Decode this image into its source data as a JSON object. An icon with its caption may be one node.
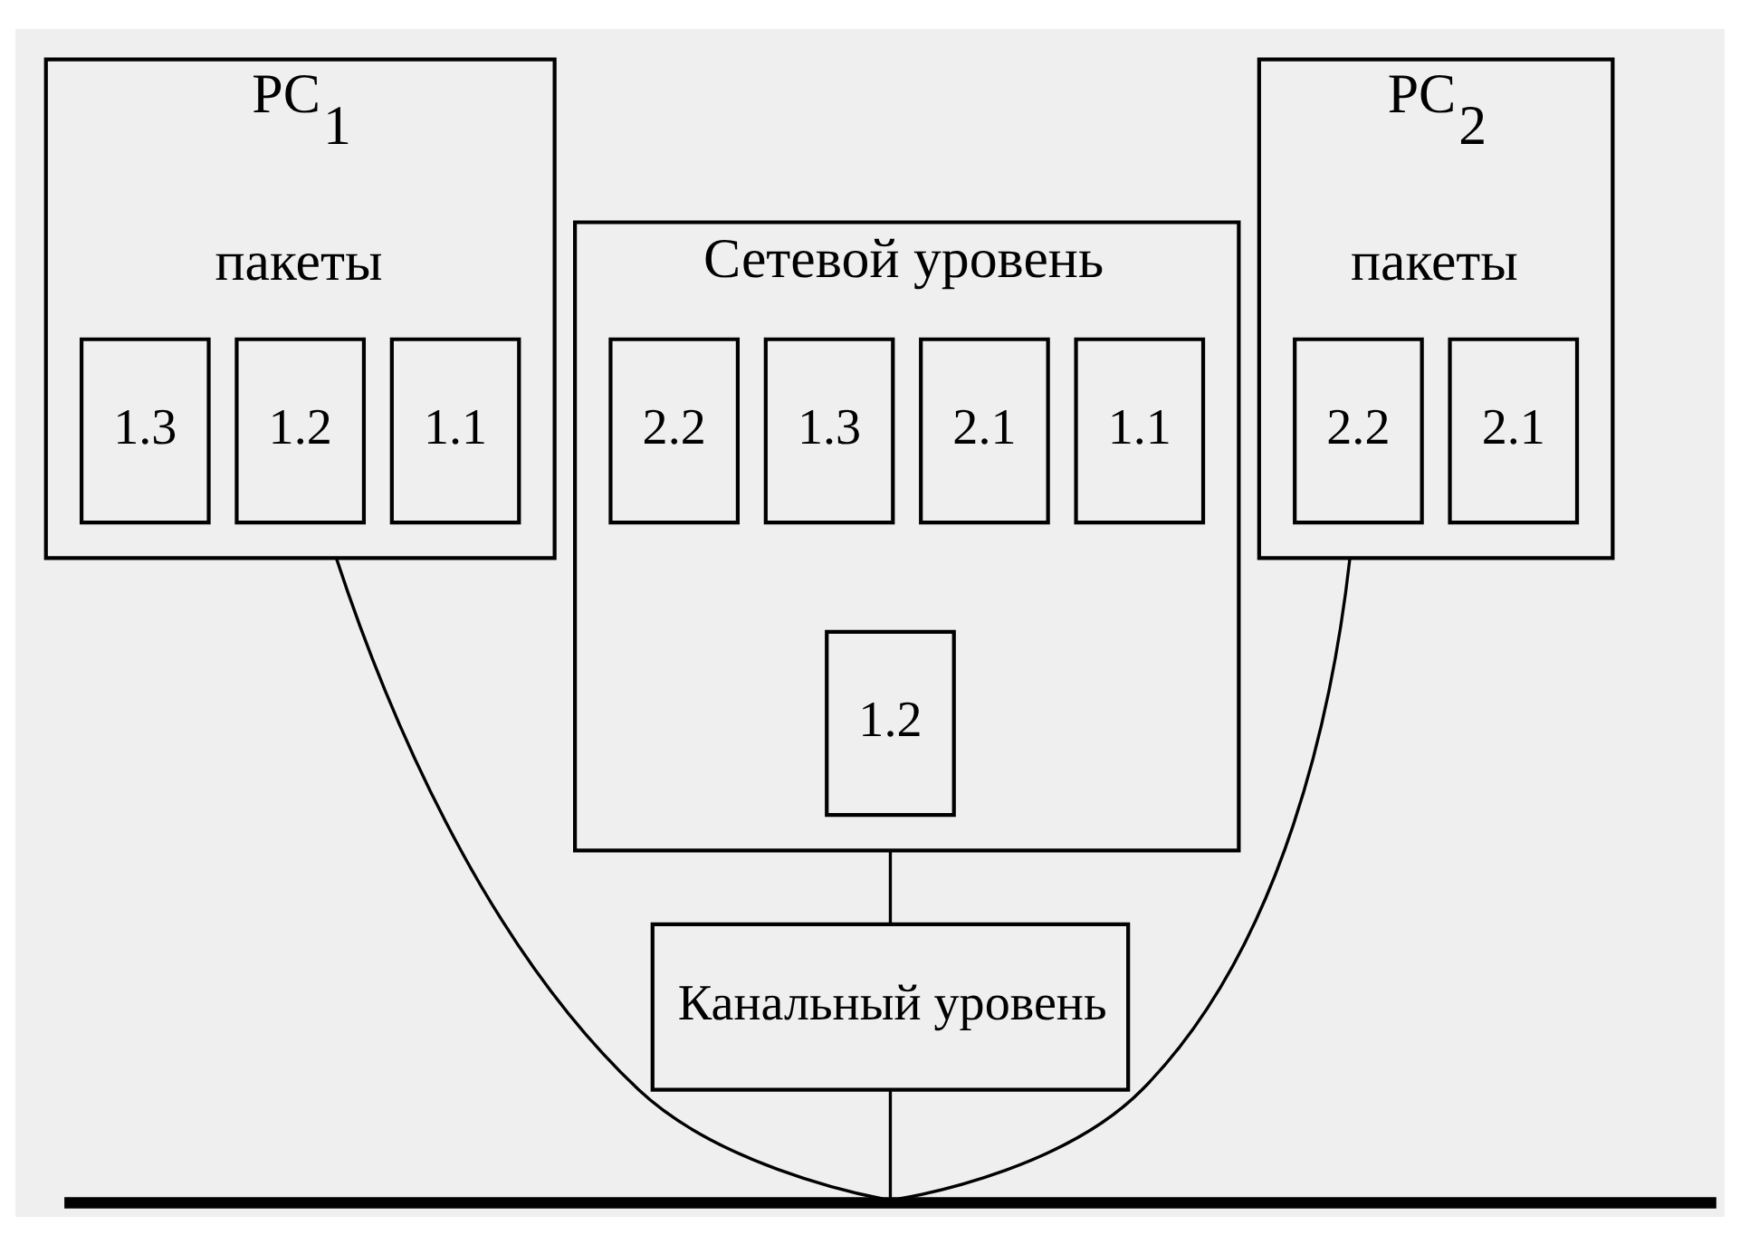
{
  "diagram": {
    "nodes": [
      {
        "text": [
          "PC$_{1}$",
          "пакеты"
        ]
      },
      {
        "text": [
          "1.1"
        ],
        "in": 0
      },
      {
        "text": [
          "1.2"
        ],
        "in": 0
      },
      {
        "text": [
          "1.3"
        ],
        "in": 0
      },
      {
        "text": [
          "Сетевой уровень"
        ]
      },
      {
        "text": [
          "1.1"
        ],
        "in": 4
      },
      {
        "text": [
          "2.1"
        ],
        "in": 4
      },
      {
        "text": [
          "1.2"
        ],
        "in": 4
      },
      {
        "text": [
          "1.3"
        ],
        "in": 4
      },
      {
        "text": [
          "2.2"
        ],
        "in": 4
      },
      {
        "text": [
          "Канальный уровень"
        ]
      },
      {
        "text": [
          "PC$_{2}$",
          "пакеты"
        ]
      },
      {
        "text": [
          "2.1"
        ],
        "in": 11
      },
      {
        "text": [
          "2.2"
        ],
        "in": 11
      },
      {
        "text": [],
        "shape": "bar"
      }
    ],
    "edges": [
      {
        "from": 4,
        "to": 10,
        "arrow": "none"
      },
      {
        "from": 0,
        "to": 14,
        "arrow": "none"
      },
      {
        "from": 10,
        "to": 14,
        "arrow": "none"
      },
      {
        "from": 11,
        "to": 14,
        "arrow": "none"
      }
    ]
  }
}
